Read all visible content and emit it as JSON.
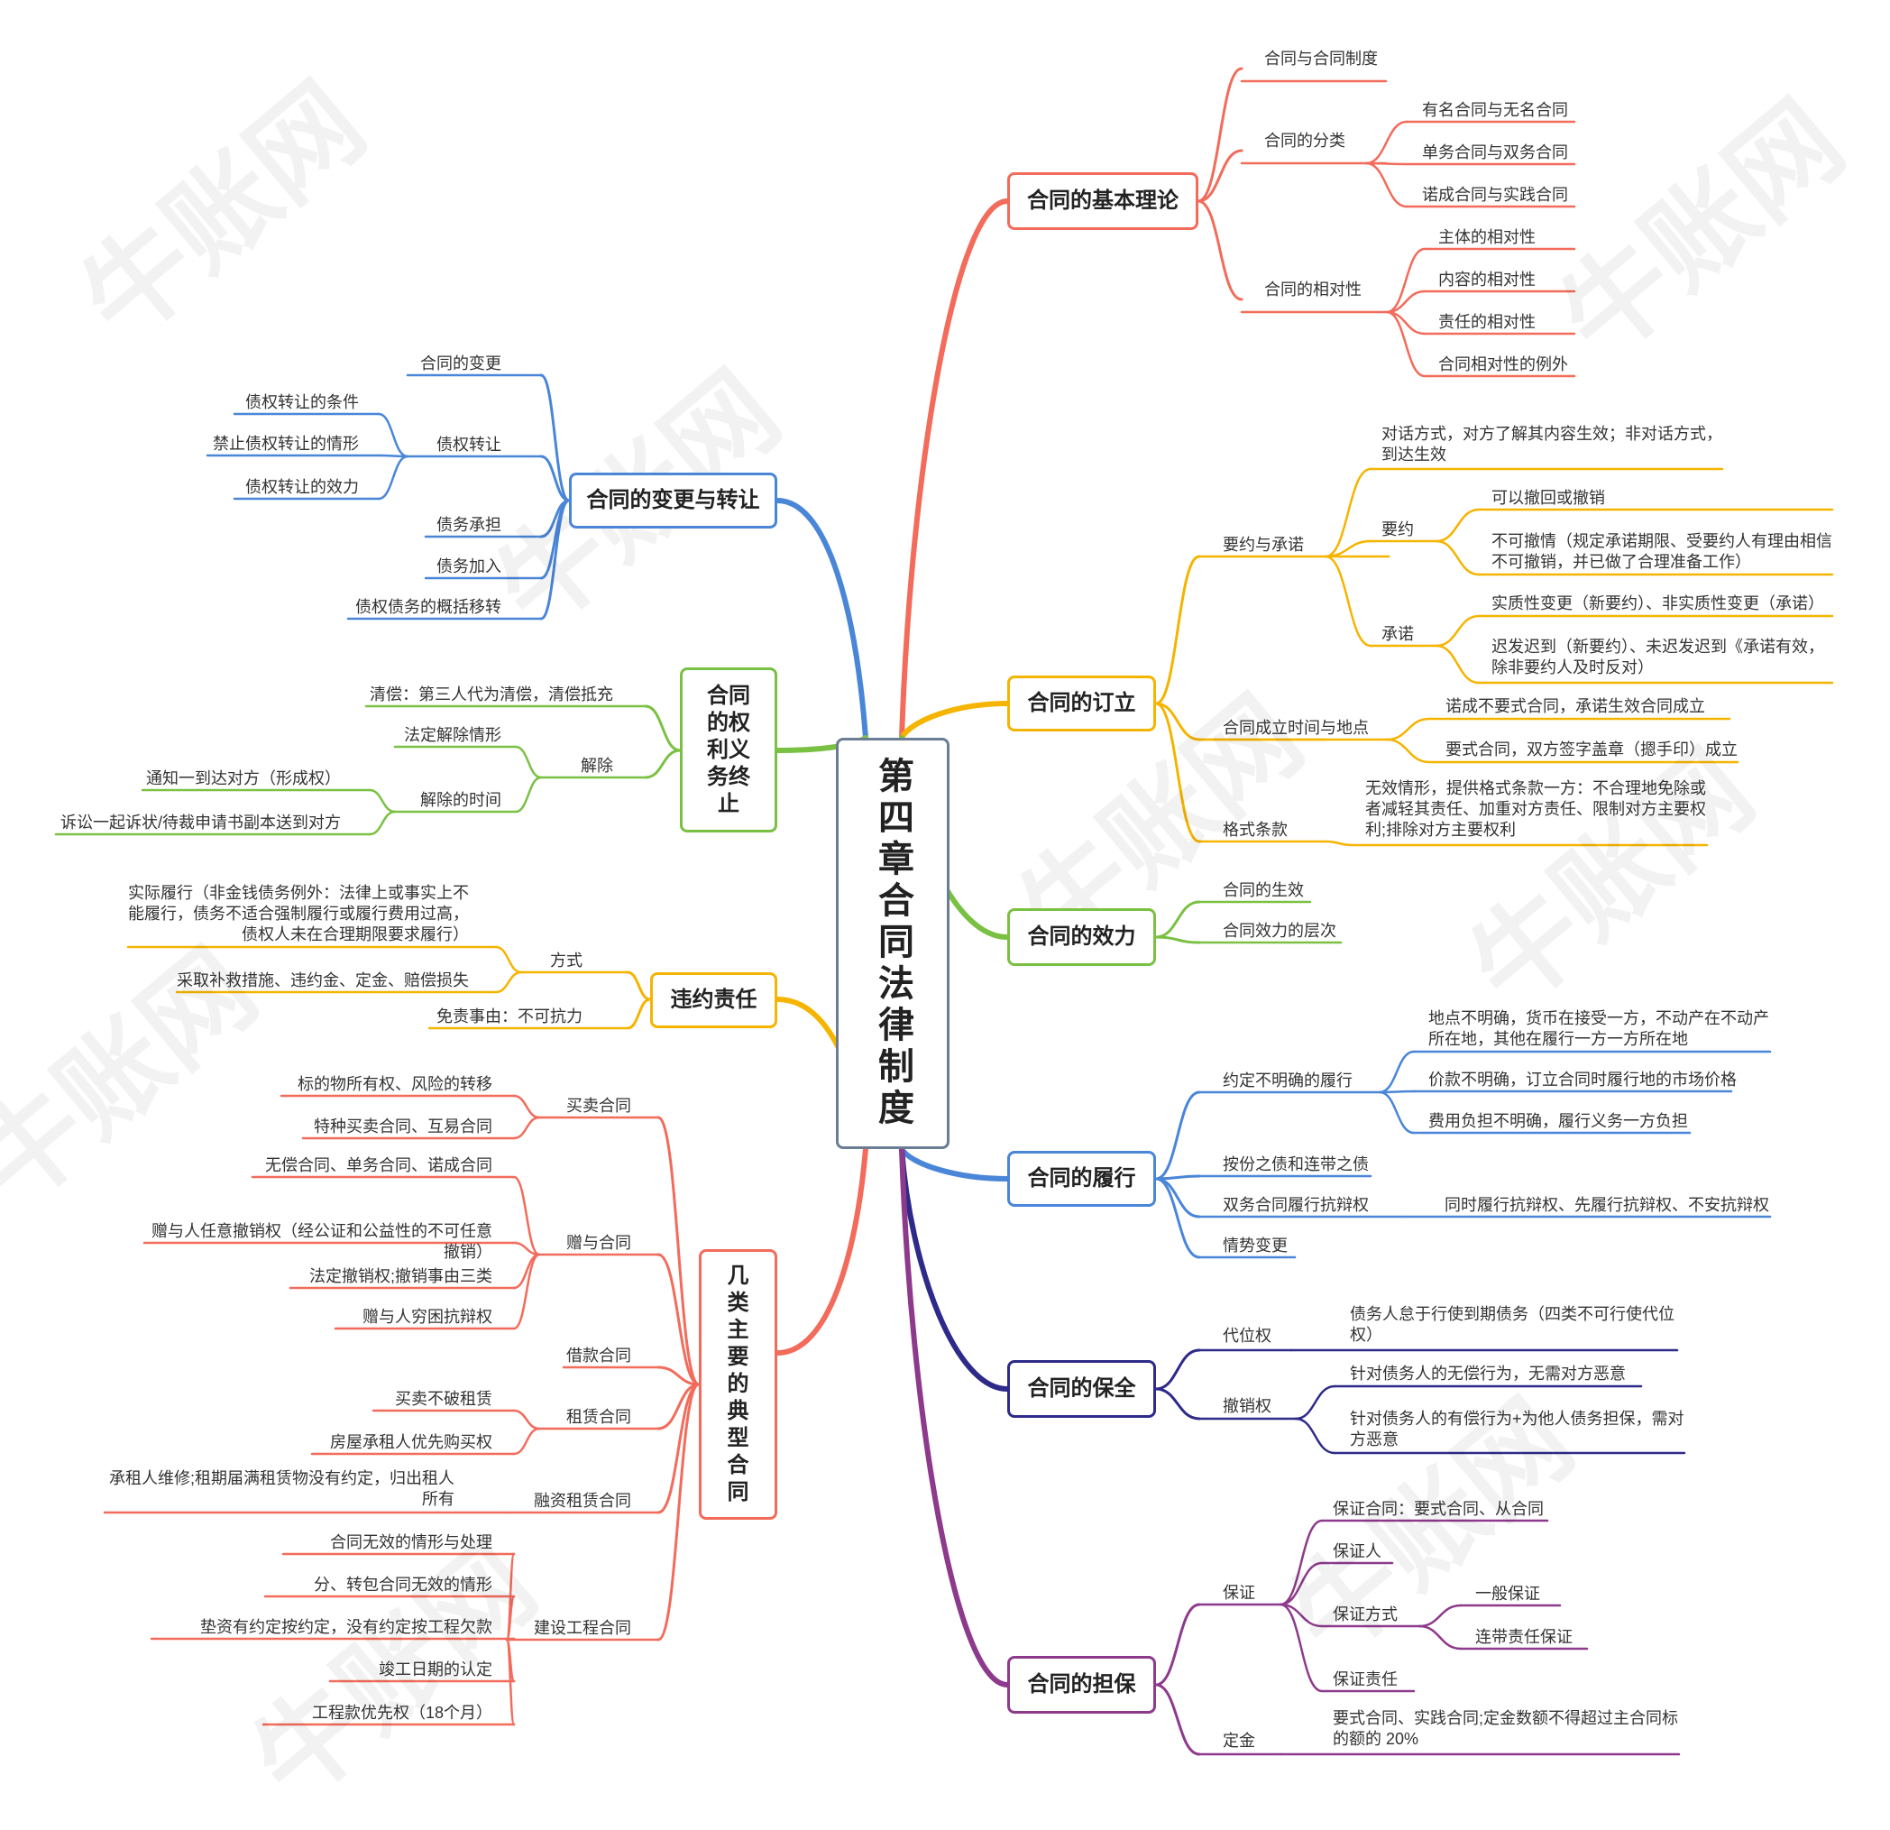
{
  "title": "第四章合同法律制度",
  "watermark": "牛账网",
  "colors": {
    "basic": "#f26b5b",
    "formation": "#f5b400",
    "validity": "#7ac143",
    "performance": "#4a86d8",
    "preservation": "#2e2a8a",
    "guarantee": "#8e3a8c",
    "change": "#4a86d8",
    "termination": "#7ac143",
    "breach": "#f5b400",
    "contracts": "#f26b5b",
    "center": "#6a7d94"
  },
  "right": {
    "basic": {
      "label": "合同的基本理论",
      "l2": [
        "合同与合同制度",
        "合同的分类",
        "合同的相对性"
      ],
      "l3": [
        "有名合同与无名合同",
        "单务合同与双务合同",
        "诺成合同与实践合同",
        "主体的相对性",
        "内容的相对性",
        "责任的相对性",
        "合同相对性的例外"
      ]
    },
    "formation": {
      "label": "合同的订立",
      "l2": [
        "要约与承诺",
        "合同成立时间与地点",
        "格式条款"
      ],
      "l3": [
        "对话方式，对方了解其内容生效；非对话方式，\n到达生效",
        "要约",
        "承诺",
        "诺成不要式合同，承诺生效合同成立",
        "要式合同，双方签字盖章（摁手印）成立",
        "无效情形，提供格式条款一方：不合理地免除或\n者减轻其责任、加重对方责任、限制对方主要权\n利;排除对方主要权利"
      ],
      "l4": [
        "可以撤回或撤销",
        "不可撤情（规定承诺期限、受要约人有理由相信\n不可撤销，并已做了合理准备工作）",
        "实质性变更（新要约）、非实质性变更（承诺）",
        "迟发迟到（新要约）、未迟发迟到《承诺有效，\n除非要约人及时反对）"
      ]
    },
    "validity": {
      "label": "合同的效力",
      "l2": [
        "合同的生效",
        "合同效力的层次"
      ]
    },
    "performance": {
      "label": "合同的履行",
      "l2": [
        "约定不明确的履行",
        "按份之债和连带之债",
        "双务合同履行抗辩权",
        "情势变更"
      ],
      "l3": [
        "地点不明确，货币在接受一方，不动产在不动产\n所在地，其他在履行一方一方所在地",
        "价款不明确，订立合同时履行地的市场价格",
        "费用负担不明确，履行义务一方负担",
        "同时履行抗辩权、先履行抗辩权、不安抗辩权"
      ]
    },
    "preservation": {
      "label": "合同的保全",
      "l2": [
        "代位权",
        "撤销权"
      ],
      "l3": [
        "债务人怠于行使到期债务（四类不可行使代位\n权）",
        "针对债务人的无偿行为，无需对方恶意",
        "针对债务人的有偿行为+为他人债务担保，需对\n方恶意"
      ]
    },
    "guarantee": {
      "label": "合同的担保",
      "l2": [
        "保证",
        "定金"
      ],
      "l3": [
        "保证合同：要式合同、从合同",
        "保证人",
        "保证方式",
        "保证责任",
        "要式合同、实践合同;定金数额不得超过主合同标\n的额的 20%"
      ],
      "l4": [
        "一般保证",
        "连带责任保证"
      ]
    }
  },
  "left": {
    "change": {
      "label": "合同的变更与转让",
      "l2": [
        "合同的变更",
        "债权转让",
        "债务承担",
        "债务加入",
        "债权债务的概括移转"
      ],
      "l3": [
        "债权转让的条件",
        "禁止债权转让的情形",
        "债权转让的效力"
      ]
    },
    "termination": {
      "label": "合同\n的权\n利义\n务终\n止",
      "l2": [
        "清偿：第三人代为清偿，清偿抵充",
        "解除"
      ],
      "l3": [
        "法定解除情形",
        "解除的时间"
      ],
      "l4": [
        "通知一到达对方（形成权）",
        "诉讼一起诉状/待裁申请书副本送到对方"
      ]
    },
    "breach": {
      "label": "违约责任",
      "l2": [
        "方式",
        "免责事由：不可抗力"
      ],
      "l3": [
        "实际履行（非金钱债务例外：法律上或事实上不\n能履行，债务不适合强制履行或履行费用过高，\n债权人未在合理期限要求履行）",
        "采取补救措施、违约金、定金、赔偿损失"
      ]
    },
    "contracts": {
      "label": "几\n类\n主\n要\n的\n典\n型\n合\n同",
      "l2": [
        "买卖合同",
        "赠与合同",
        "借款合同",
        "租赁合同",
        "融资租赁合同",
        "建设工程合同"
      ],
      "l3": [
        "标的物所有权、风险的转移",
        "特种买卖合同、互易合同",
        "无偿合同、单务合同、诺成合同",
        "赠与人任意撤销权（经公证和公益性的不可任意\n撤销）",
        "法定撤销权;撤销事由三类",
        "赠与人穷困抗辩权",
        "买卖不破租赁",
        "房屋承租人优先购买权",
        "承租人维修;租期届满租赁物没有约定，归出租人\n所有",
        "合同无效的情形与处理",
        "分、转包合同无效的情形",
        "垫资有约定按约定，没有约定按工程欠款",
        "竣工日期的认定",
        "工程款优先权（18个月）"
      ]
    }
  }
}
